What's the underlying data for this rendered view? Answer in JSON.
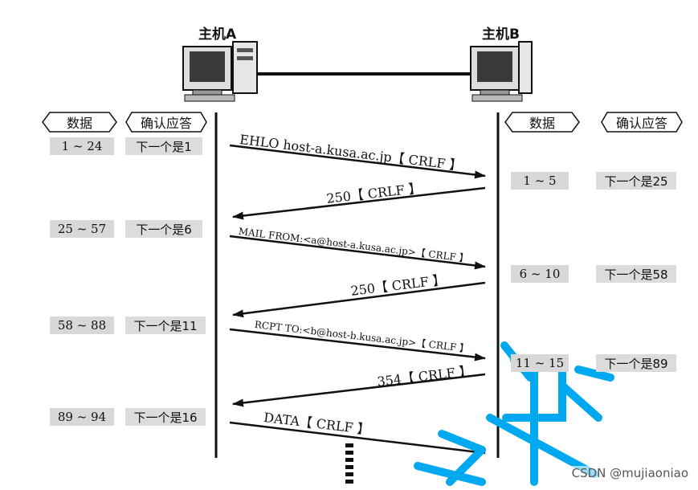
{
  "hosts": {
    "a_label": "主机A",
    "b_label": "主机B"
  },
  "headers": {
    "a_data": "数据",
    "a_ack": "确认应答",
    "b_data": "数据",
    "b_ack": "确认应答"
  },
  "a_rows": [
    {
      "data": "1 ~ 24",
      "ack": "下一个是1"
    },
    {
      "data": "25 ~ 57",
      "ack": "下一个是6"
    },
    {
      "data": "58 ~ 88",
      "ack": "下一个是11"
    },
    {
      "data": "89 ~ 94",
      "ack": "下一个是16"
    }
  ],
  "b_rows": [
    {
      "data": "1 ~ 5",
      "ack": "下一个是25"
    },
    {
      "data": "6 ~ 10",
      "ack": "下一个是58"
    },
    {
      "data": "11 ~ 15",
      "ack": "下一个是89"
    }
  ],
  "messages": [
    {
      "text": "EHLO host-a.kusa.ac.jp【 CRLF 】",
      "direction": "a-to-b"
    },
    {
      "text": "250【 CRLF 】",
      "direction": "b-to-a"
    },
    {
      "text": "MAIL FROM:<a@host-a.kusa.ac.jp>【 CRLF 】",
      "direction": "a-to-b"
    },
    {
      "text": "250【 CRLF 】",
      "direction": "b-to-a"
    },
    {
      "text": "RCPT TO:<b@host-b.kusa.ac.jp>【 CRLF 】",
      "direction": "a-to-b"
    },
    {
      "text": "354【 CRLF 】",
      "direction": "b-to-a"
    },
    {
      "text": "DATA【 CRLF 】",
      "direction": "a-to-b"
    }
  ],
  "credit": "CSDN @mujiaoniao",
  "colors": {
    "cell_bg": "#d8d8d8",
    "line": "#111111",
    "watermark": "#00a8f0"
  }
}
